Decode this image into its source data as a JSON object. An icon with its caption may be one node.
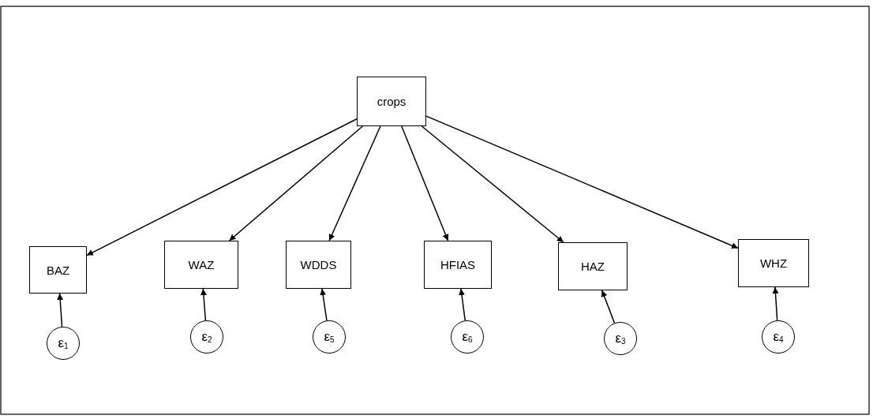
{
  "diagram": {
    "nodes": [
      {
        "text": [
          "crops"
        ]
      },
      {
        "text": [
          "BAZ"
        ]
      },
      {
        "text": [
          "WAZ"
        ]
      },
      {
        "text": [
          "WDDS"
        ]
      },
      {
        "text": [
          "HFIAS"
        ]
      },
      {
        "text": [
          "HAZ"
        ]
      },
      {
        "text": [
          "WHZ"
        ]
      },
      {
        "text": [
          "ε$_{1}$"
        ]
      },
      {
        "text": [
          "ε$_{2}$"
        ]
      },
      {
        "text": [
          "ε$_{5}$"
        ]
      },
      {
        "text": [
          "ε$_{6}$"
        ]
      },
      {
        "text": [
          "ε$_{3}$"
        ]
      },
      {
        "text": [
          "ε$_{4}$"
        ]
      }
    ],
    "edges": [
      {
        "from": 0,
        "to": 1,
        "arrow": "to"
      },
      {
        "from": 0,
        "to": 2,
        "arrow": "to"
      },
      {
        "from": 0,
        "to": 3,
        "arrow": "to"
      },
      {
        "from": 0,
        "to": 4,
        "arrow": "to"
      },
      {
        "from": 0,
        "to": 5,
        "arrow": "to"
      },
      {
        "from": 0,
        "to": 6,
        "arrow": "to"
      },
      {
        "from": 7,
        "to": 1,
        "arrow": "to"
      },
      {
        "from": 8,
        "to": 2,
        "arrow": "to"
      },
      {
        "from": 9,
        "to": 3,
        "arrow": "to"
      },
      {
        "from": 10,
        "to": 4,
        "arrow": "to"
      },
      {
        "from": 11,
        "to": 5,
        "arrow": "to"
      },
      {
        "from": 12,
        "to": 6,
        "arrow": "to"
      }
    ]
  }
}
